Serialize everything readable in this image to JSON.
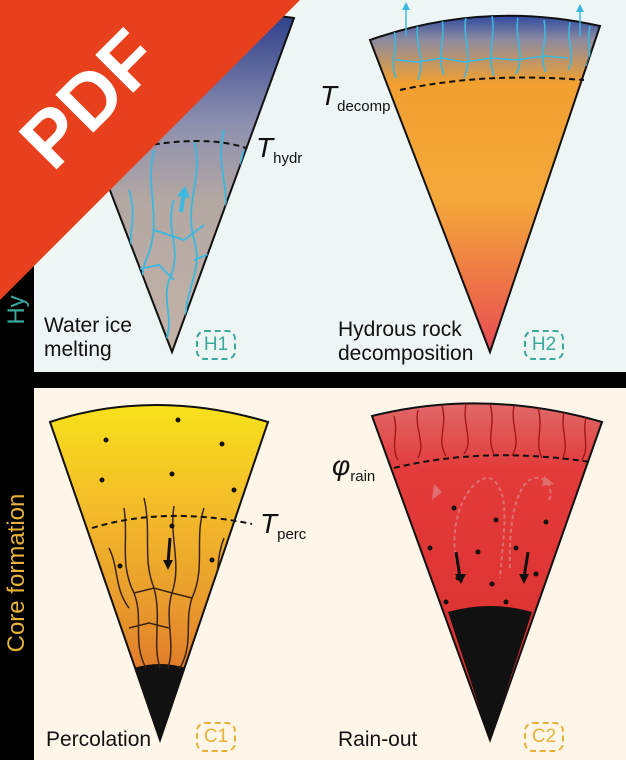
{
  "side_labels": {
    "top": "Hy",
    "bottom": "Core formation"
  },
  "badge": {
    "text": "PDF"
  },
  "panels": {
    "h1": {
      "caption_line1": "Water ice",
      "caption_line2": "melting",
      "tag": "H1",
      "t_symbol": "T",
      "t_sub": "hydr"
    },
    "h2": {
      "caption_line1": "Hydrous rock",
      "caption_line2": "decomposition",
      "tag": "H2",
      "t_symbol": "T",
      "t_sub": "decomp"
    },
    "c1": {
      "caption": "Percolation",
      "tag": "C1",
      "t_symbol": "T",
      "t_sub": "perc"
    },
    "c2": {
      "caption": "Rain-out",
      "tag": "C2",
      "t_symbol": "φ",
      "t_sub": "rain"
    }
  },
  "colors": {
    "hydration": "#3aa89a",
    "core": "#e8b23a",
    "water": "#3ab8e0",
    "badge": "#e8401c"
  }
}
